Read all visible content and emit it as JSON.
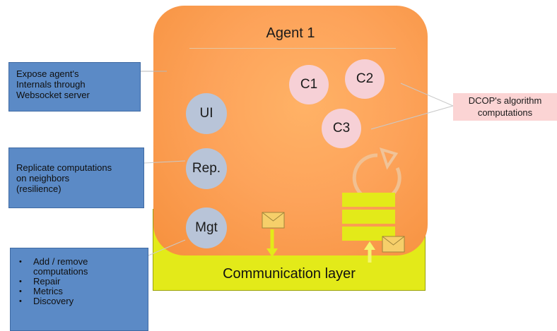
{
  "agent": {
    "title": "Agent 1"
  },
  "communication_layer": {
    "label": "Communication layer"
  },
  "components": {
    "ui": "UI",
    "rep": "Rep.",
    "mgt": "Mgt",
    "c1": "C1",
    "c2": "C2",
    "c3": "C3"
  },
  "callouts": {
    "expose": {
      "lines": [
        "Expose agent's",
        "Internals through",
        "Websocket server"
      ]
    },
    "replicate": {
      "lines": [
        "Replicate computations",
        "on neighbors",
        "(resilience)"
      ]
    },
    "management": {
      "items": [
        "Add / remove",
        "computations",
        "Repair",
        "Metrics",
        "Discovery"
      ]
    },
    "dcop": {
      "lines": [
        "DCOP's algorithm",
        "computations"
      ]
    }
  },
  "colors": {
    "agent": "#fda35a",
    "communication_layer": "#e3ea19",
    "callout_blue": "#5b8ac6",
    "callout_pink": "#fbd4d4",
    "component_grey": "#b8c4d8",
    "computation_pink": "#f6d0d6"
  }
}
